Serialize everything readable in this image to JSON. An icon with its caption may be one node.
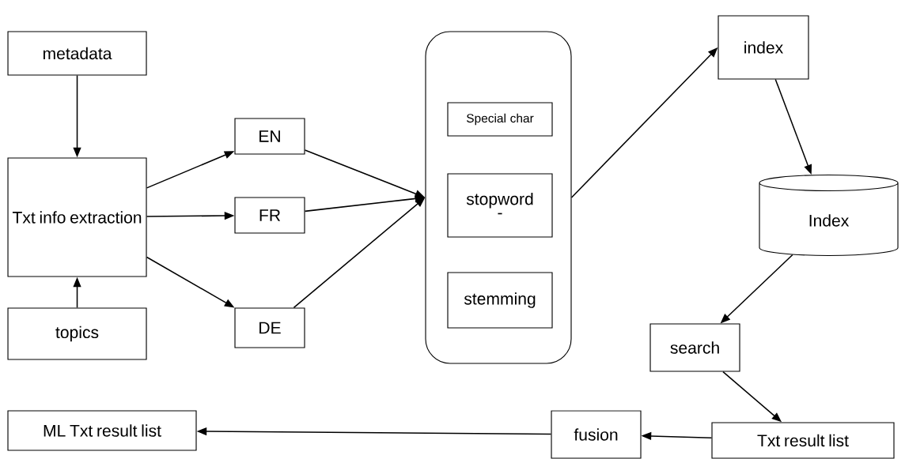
{
  "diagram": {
    "nodes": [
      {
        "text": [
          "metadata"
        ]
      },
      {
        "text": [
          "Txt info extraction"
        ]
      },
      {
        "text": [
          "topics"
        ]
      },
      {
        "text": [
          "EN"
        ]
      },
      {
        "text": [
          "FR"
        ]
      },
      {
        "text": [
          "DE"
        ]
      },
      {
        "text": [],
        "shape": "box"
      },
      {
        "text": [
          "Special char"
        ],
        "in": 6
      },
      {
        "text": [
          "stopword",
          "-"
        ],
        "in": 6
      },
      {
        "text": [
          "stemming"
        ],
        "in": 6
      },
      {
        "text": [
          "index"
        ]
      },
      {
        "text": [
          "Index"
        ]
      },
      {
        "text": [
          "search"
        ]
      },
      {
        "text": [
          "fusion"
        ]
      },
      {
        "text": [
          "ML Txt result list"
        ]
      },
      {
        "text": [
          "Txt result list"
        ]
      }
    ],
    "edges": [
      {
        "from": 0,
        "to": 1,
        "arrow": "to"
      },
      {
        "from": 2,
        "to": 1,
        "arrow": "to"
      },
      {
        "from": 1,
        "to": 3,
        "arrow": "to"
      },
      {
        "from": 1,
        "to": 4,
        "arrow": "to"
      },
      {
        "from": 1,
        "to": 5,
        "arrow": "to"
      },
      {
        "from": 3,
        "to": 6,
        "arrow": "to"
      },
      {
        "from": 4,
        "to": 6,
        "arrow": "to"
      },
      {
        "from": 5,
        "to": 6,
        "arrow": "to"
      },
      {
        "from": 6,
        "to": 10,
        "arrow": "to"
      },
      {
        "from": 10,
        "to": 11,
        "arrow": "to"
      },
      {
        "from": 11,
        "to": 12,
        "arrow": "to"
      },
      {
        "from": 12,
        "to": 15,
        "arrow": "to"
      },
      {
        "from": 15,
        "to": 13,
        "arrow": "to"
      },
      {
        "from": 13,
        "to": 14,
        "arrow": "to"
      }
    ]
  }
}
